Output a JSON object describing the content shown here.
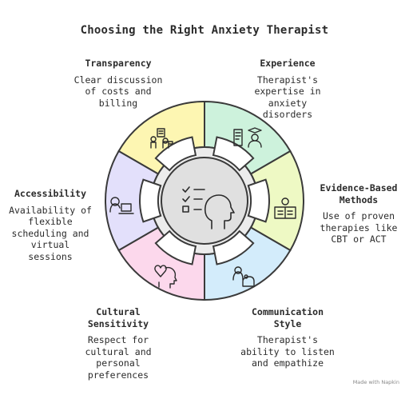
{
  "title": "Choosing the Right Anxiety Therapist",
  "segments": [
    {
      "heading": "Transparency",
      "description": "Clear discussion\nof costs and\nbilling",
      "color": "#fdf6b2",
      "icon": "payment-icon"
    },
    {
      "heading": "Experience",
      "description": "Therapist's\nexpertise in\nanxiety\ndisorders",
      "color": "#cdf2dc",
      "icon": "graduate-icon"
    },
    {
      "heading": "Evidence-Based\nMethods",
      "description": "Use of proven\ntherapies like\nCBT or ACT",
      "color": "#eef9c4",
      "icon": "reading-icon"
    },
    {
      "heading": "Communication\nStyle",
      "description": "Therapist's\nability to listen\nand empathize",
      "color": "#d3ecfb",
      "icon": "listening-icon"
    },
    {
      "heading": "Cultural\nSensitivity",
      "description": "Respect for\ncultural and\npersonal\npreferences",
      "color": "#fcd8ec",
      "icon": "heart-head-icon"
    },
    {
      "heading": "Accessibility",
      "description": "Availability of\nflexible\nscheduling and\nvirtual sessions",
      "color": "#e3e0fb",
      "icon": "laptop-user-icon"
    }
  ],
  "center_icon": "checklist-head-icon",
  "footer": "Made with  Napkin"
}
